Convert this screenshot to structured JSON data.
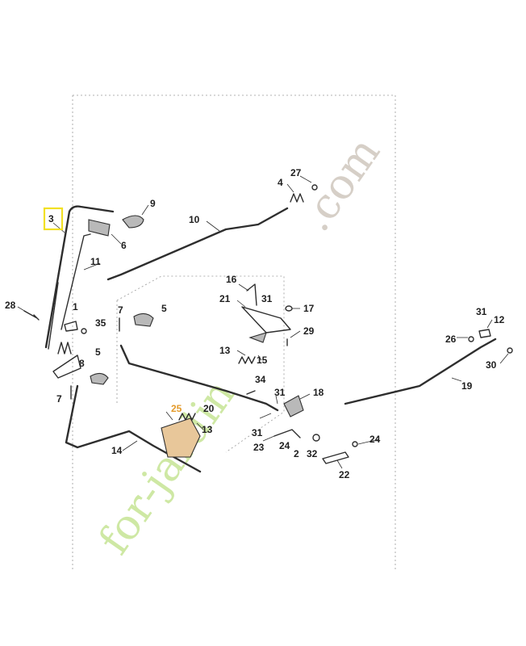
{
  "diagram": {
    "selected_part": "3",
    "highlight_color": "#f2e024",
    "accent_color": "#e39a2a",
    "watermark": {
      "text_green": "for-jardin",
      "text_brown": ".com"
    },
    "callouts": {
      "c1": "1",
      "c2": "2",
      "c3": "3",
      "c4": "4",
      "c5a": "5",
      "c5b": "5",
      "c6": "6",
      "c7a": "7",
      "c7b": "7",
      "c8": "8",
      "c9": "9",
      "c10": "10",
      "c11": "11",
      "c12": "12",
      "c13a": "13",
      "c13b": "13",
      "c14": "14",
      "c15": "15",
      "c16": "16",
      "c17": "17",
      "c18": "18",
      "c19": "19",
      "c20": "20",
      "c21": "21",
      "c22": "22",
      "c23": "23",
      "c24a": "24",
      "c24b": "24",
      "c25": "25",
      "c26": "26",
      "c27": "27",
      "c28": "28",
      "c29": "29",
      "c30": "30",
      "c31a": "31",
      "c31b": "31",
      "c31c": "31",
      "c31d": "31",
      "c32": "32",
      "c34": "34",
      "c35": "35"
    }
  }
}
